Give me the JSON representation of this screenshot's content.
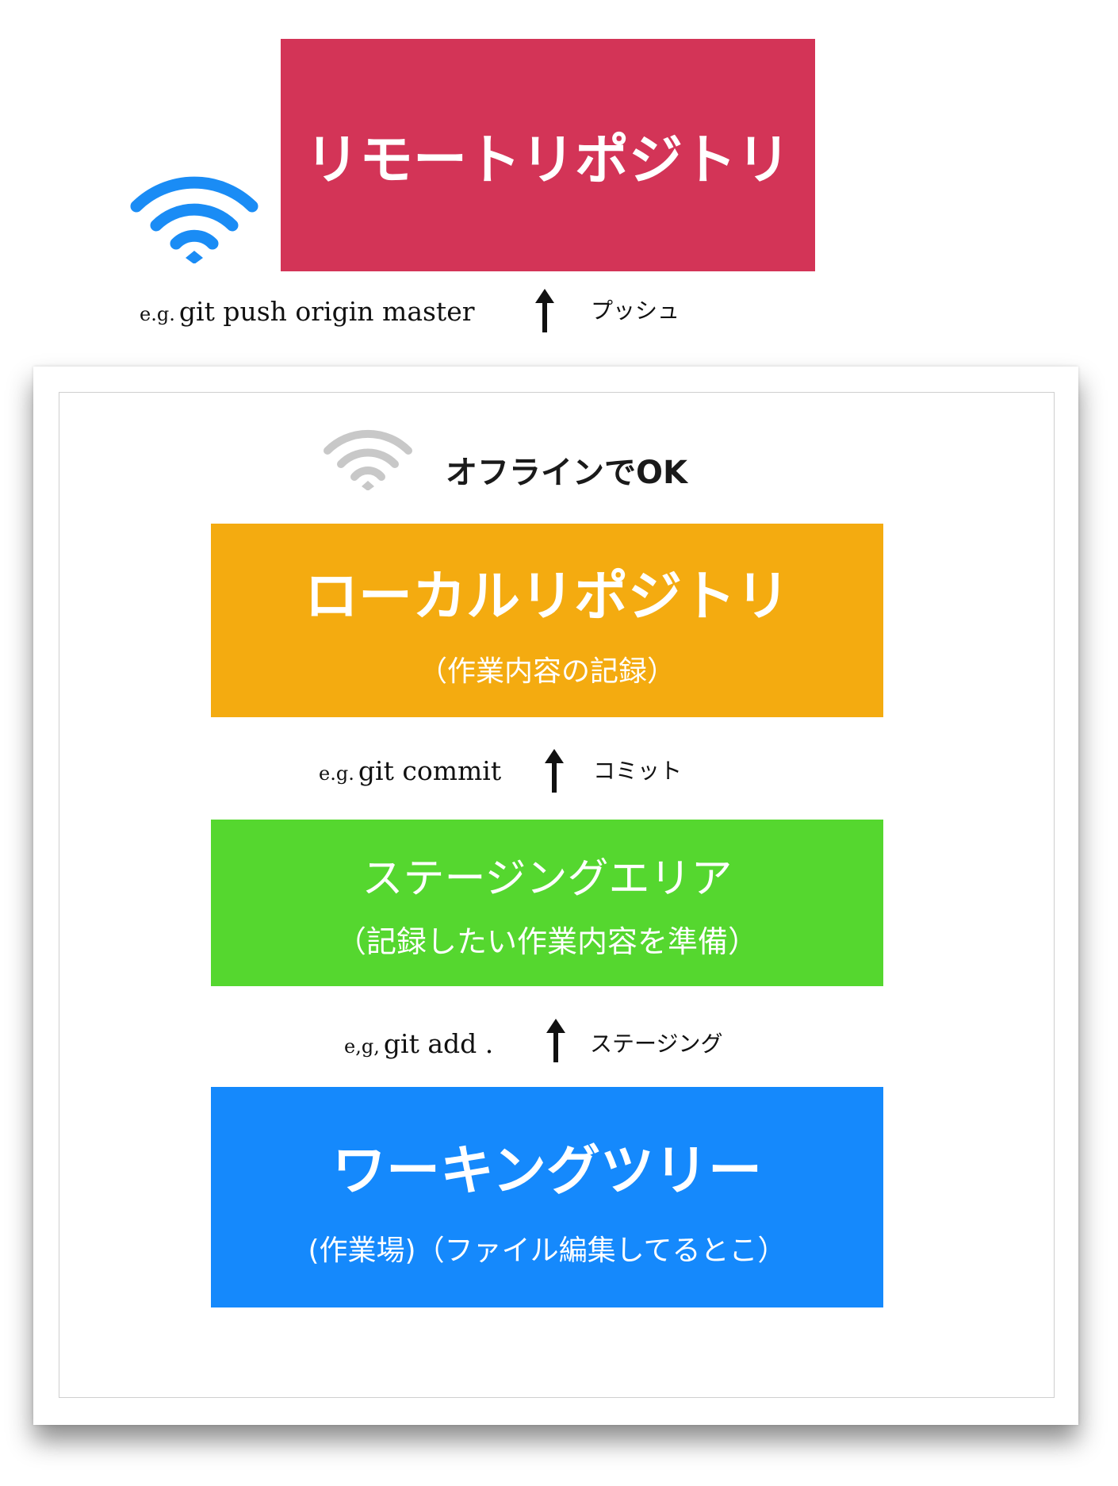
{
  "remote": {
    "title": "リモートリポジトリ",
    "color": "#d33457"
  },
  "push": {
    "command_prefix": "e.g.",
    "command": "git push origin master",
    "label": "プッシュ"
  },
  "offline": {
    "label": "オフラインでOK"
  },
  "local": {
    "title": "ローカルリポジトリ",
    "subtitle": "（作業内容の記録）",
    "color": "#f4ab10"
  },
  "commit": {
    "command_prefix": "e.g.",
    "command": "git commit",
    "label": "コミット"
  },
  "staging": {
    "title": "ステージングエリア",
    "subtitle": "（記録したい作業内容を準備）",
    "color": "#55d72f"
  },
  "add": {
    "command_prefix": "e,g,",
    "command": "git add .",
    "label": "ステージング"
  },
  "working": {
    "title": "ワーキングツリー",
    "subtitle": "(作業場)（ファイル編集してるとこ）",
    "color": "#1589fc"
  },
  "icons": {
    "online_wifi": "wifi-icon",
    "offline_wifi": "wifi-offline-icon",
    "up_arrow": "up-arrow-icon"
  },
  "colors": {
    "wifi_online": "#1a8cf5",
    "wifi_offline": "#c8c8c8"
  }
}
